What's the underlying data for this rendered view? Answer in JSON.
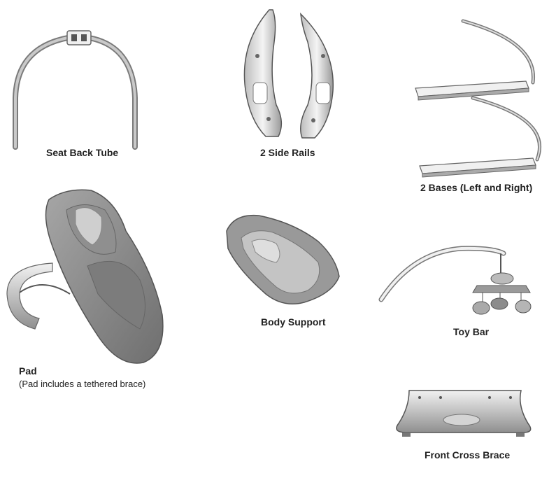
{
  "parts": {
    "seat_back_tube": {
      "label": "Seat Back Tube"
    },
    "side_rails": {
      "label": "2 Side Rails"
    },
    "bases": {
      "label": "2 Bases (Left and Right)"
    },
    "pad": {
      "label": "Pad",
      "note": "(Pad includes a tethered brace)"
    },
    "body_support": {
      "label": "Body Support"
    },
    "toy_bar": {
      "label": "Toy Bar"
    },
    "front_cross_brace": {
      "label": "Front Cross Brace"
    }
  }
}
